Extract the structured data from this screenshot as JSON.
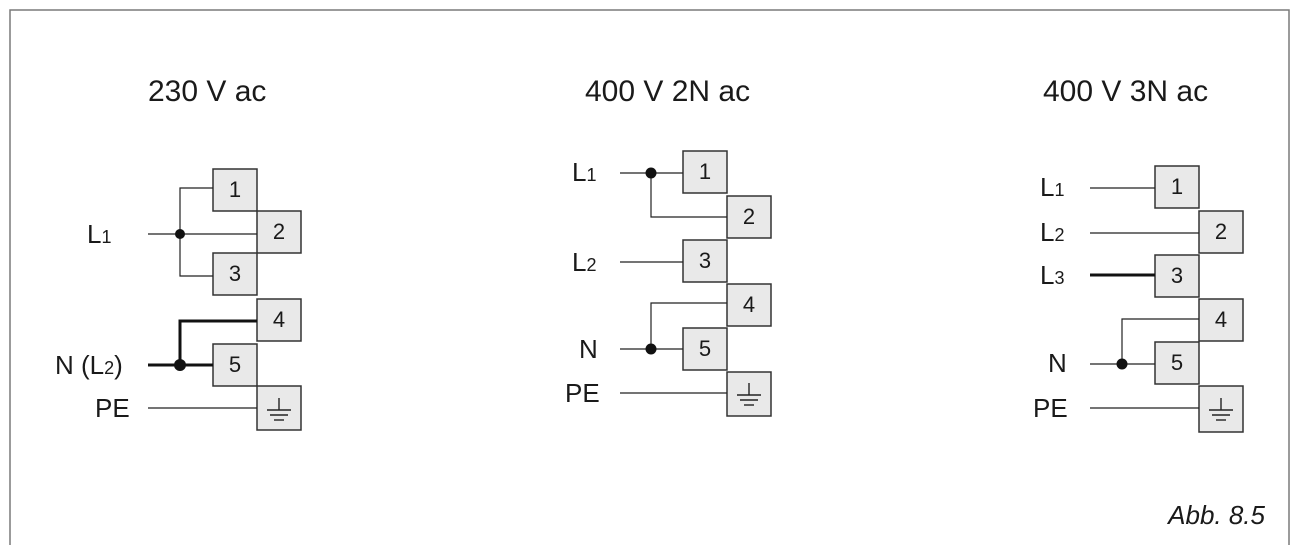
{
  "caption": "Abb. 8.5",
  "diagrams": [
    {
      "title": "230 V  ac",
      "terminals": [
        "1",
        "2",
        "3",
        "4",
        "5"
      ],
      "labels": [
        {
          "base": "L",
          "sub": "1"
        },
        {
          "base": "N (L",
          "sub": "2",
          "tail": ")"
        },
        {
          "base": "PE",
          "sub": "",
          "tail": ""
        }
      ]
    },
    {
      "title": "400 V 2N  ac",
      "terminals": [
        "1",
        "2",
        "3",
        "4",
        "5"
      ],
      "labels": [
        {
          "base": "L",
          "sub": "1"
        },
        {
          "base": "L",
          "sub": "2"
        },
        {
          "base": "N",
          "sub": ""
        },
        {
          "base": "PE",
          "sub": ""
        }
      ]
    },
    {
      "title": "400 V 3N  ac",
      "terminals": [
        "1",
        "2",
        "3",
        "4",
        "5"
      ],
      "labels": [
        {
          "base": "L",
          "sub": "1"
        },
        {
          "base": "L",
          "sub": "2"
        },
        {
          "base": "L",
          "sub": "3"
        },
        {
          "base": "N",
          "sub": ""
        },
        {
          "base": "PE",
          "sub": ""
        }
      ]
    }
  ]
}
